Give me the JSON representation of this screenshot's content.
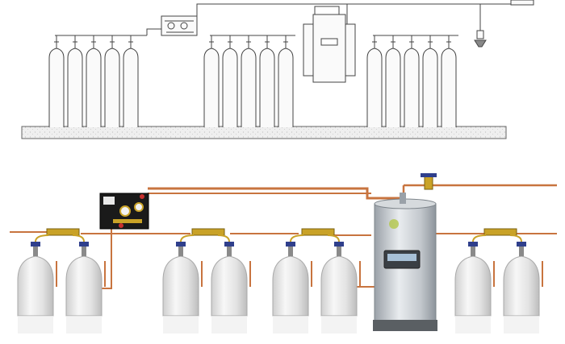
{
  "schematic": {
    "bank_left": {
      "cylinder_count": 5
    },
    "bank_middle": {
      "cylinder_count": 5
    },
    "bank_right": {
      "cylinder_count": 5
    }
  },
  "illustration": {
    "groups": [
      {
        "cylinder_count": 2
      },
      {
        "cylinder_count": 2
      },
      {
        "cylinder_count": 2
      },
      {
        "cylinder_count": 2
      }
    ],
    "colors": {
      "cylinder": "#e6e6e6",
      "pipe": "#c8743f",
      "valve_blue": "#2f3f8c",
      "brass": "#c9a227",
      "tank": "#c8cdd2",
      "panel": "#1a1a1a"
    }
  }
}
